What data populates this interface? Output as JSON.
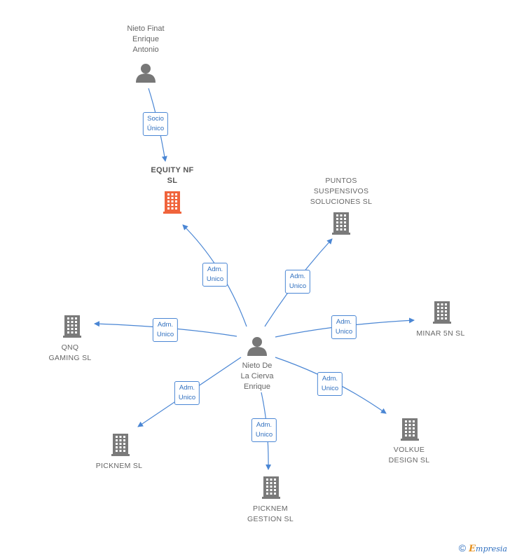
{
  "nodes": [
    {
      "id": "nieto-finat",
      "type": "person",
      "label": "Nieto Finat\nEnrique\nAntonio"
    },
    {
      "id": "equity-nf",
      "type": "company",
      "focus": true,
      "label": "EQUITY NF\nSL"
    },
    {
      "id": "puntos",
      "type": "company",
      "label": "PUNTOS\nSUSPENSIVOS\nSOLUCIONES SL"
    },
    {
      "id": "nieto-cierva",
      "type": "person",
      "label": "Nieto De\nLa Cierva\nEnrique"
    },
    {
      "id": "qnq",
      "type": "company",
      "label": "QNQ\nGAMING  SL"
    },
    {
      "id": "minar",
      "type": "company",
      "label": "MINAR 5N  SL"
    },
    {
      "id": "picknem",
      "type": "company",
      "label": "PICKNEM  SL"
    },
    {
      "id": "volkue",
      "type": "company",
      "label": "VOLKUE\nDESIGN  SL"
    },
    {
      "id": "picknem-gestion",
      "type": "company",
      "label": "PICKNEM\nGESTION  SL"
    }
  ],
  "edges": [
    {
      "from": "nieto-finat",
      "to": "equity-nf",
      "label": "Socio\nÚnico"
    },
    {
      "from": "nieto-cierva",
      "to": "equity-nf",
      "label": "Adm.\nUnico"
    },
    {
      "from": "nieto-cierva",
      "to": "puntos",
      "label": "Adm.\nUnico"
    },
    {
      "from": "nieto-cierva",
      "to": "qnq",
      "label": "Adm.\nUnico"
    },
    {
      "from": "nieto-cierva",
      "to": "minar",
      "label": "Adm.\nUnico"
    },
    {
      "from": "nieto-cierva",
      "to": "picknem",
      "label": "Adm.\nUnico"
    },
    {
      "from": "nieto-cierva",
      "to": "volkue",
      "label": "Adm.\nUnico"
    },
    {
      "from": "nieto-cierva",
      "to": "picknem-gestion",
      "label": "Adm.\nUnico"
    }
  ],
  "colors": {
    "edge": "#4a86d4",
    "company": "#7a7a7a",
    "focus_company": "#f0643c",
    "person": "#777777"
  },
  "footer": {
    "copyright": "©",
    "brand_initial": "E",
    "brand_rest": "mpresia"
  }
}
